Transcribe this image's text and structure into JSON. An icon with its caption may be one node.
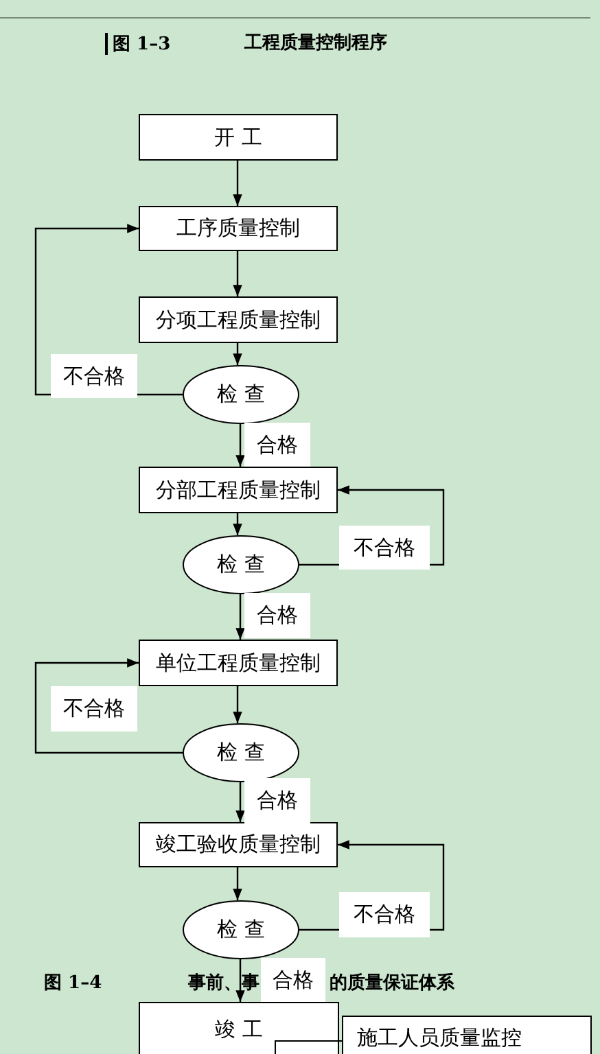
{
  "diagram": {
    "title": "工程质量控制程序",
    "nodes": [
      {
        "text": [
          "开 工"
        ]
      },
      {
        "text": [
          "工序质量控制"
        ]
      },
      {
        "text": [
          "分项工程质量控制"
        ]
      },
      {
        "text": [
          "检 查"
        ]
      },
      {
        "text": [
          "分部工程质量控制"
        ]
      },
      {
        "text": [
          "检 查"
        ]
      },
      {
        "text": [
          "单位工程质量控制"
        ]
      },
      {
        "text": [
          "检 查"
        ]
      },
      {
        "text": [
          "竣工验收质量控制"
        ]
      },
      {
        "text": [
          "检 查"
        ]
      },
      {
        "text": [
          "竣 工"
        ]
      },
      {
        "text": [],
        "shape": "box"
      },
      {
        "text": [
          "施工人员质量监控"
        ]
      }
    ],
    "edges": [
      {
        "from": 0,
        "to": 1,
        "arrow": "to"
      },
      {
        "from": 1,
        "to": 2,
        "arrow": "to"
      },
      {
        "from": 2,
        "to": 3,
        "arrow": "to"
      },
      {
        "from": 3,
        "to": 1,
        "arrow": "to",
        "label": "不合格"
      },
      {
        "from": 3,
        "to": 4,
        "arrow": "to",
        "label": "合格"
      },
      {
        "from": 4,
        "to": 5,
        "arrow": "to"
      },
      {
        "from": 5,
        "to": 4,
        "arrow": "to",
        "label": "不合格"
      },
      {
        "from": 5,
        "to": 6,
        "arrow": "to",
        "label": "合格"
      },
      {
        "from": 6,
        "to": 7,
        "arrow": "to"
      },
      {
        "from": 7,
        "to": 6,
        "arrow": "to",
        "label": "不合格"
      },
      {
        "from": 7,
        "to": 8,
        "arrow": "to",
        "label": "合格"
      },
      {
        "from": 8,
        "to": 9,
        "arrow": "to"
      },
      {
        "from": 9,
        "to": 8,
        "arrow": "to",
        "label": "不合格"
      },
      {
        "from": 9,
        "to": 10,
        "arrow": "to",
        "label": "合格"
      }
    ],
    "labels": [
      "图 1–3",
      "图 1–4",
      "事前、事",
      "的质量保证体系"
    ]
  }
}
